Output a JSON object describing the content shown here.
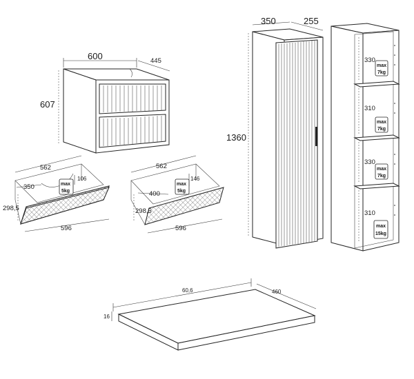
{
  "vanity": {
    "width": "600",
    "depth": "445",
    "height": "607"
  },
  "drawer_top": {
    "width_inner": "562",
    "depth": "350",
    "height": "106",
    "height_side": "298,5",
    "width_outer": "596",
    "max_label": "max",
    "max_weight": "5kg"
  },
  "drawer_bottom": {
    "width_inner": "562",
    "depth": "400",
    "height": "146",
    "height_side": "298,5",
    "width_outer": "596",
    "max_label": "max",
    "max_weight": "5kg"
  },
  "tall_cabinet": {
    "width": "350",
    "depth": "255",
    "height": "1360"
  },
  "shelves": {
    "gaps": [
      "330",
      "310",
      "330",
      "310"
    ],
    "max_label": "max",
    "loads": [
      "7kg",
      "7kg",
      "7kg",
      "15kg"
    ]
  },
  "countertop": {
    "width": "60,6",
    "depth": "460",
    "thickness": "16"
  }
}
